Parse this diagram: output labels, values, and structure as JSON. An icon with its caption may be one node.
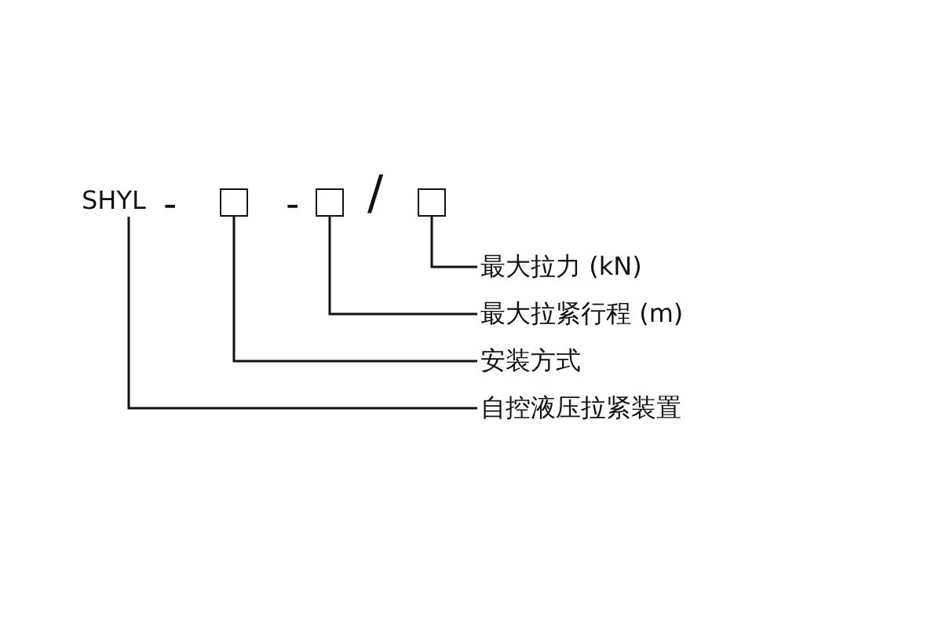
{
  "diagram": {
    "nodes": [
      {
        "text": [
          "SHYL"
        ]
      },
      {
        "text": [],
        "shape": "box"
      },
      {
        "text": [],
        "shape": "box"
      },
      {
        "text": [],
        "shape": "box"
      },
      {
        "text": [
          "最大拉力 (kN)"
        ]
      },
      {
        "text": [
          "最大拉紧行程 (m)"
        ]
      },
      {
        "text": [
          "安装方式"
        ]
      },
      {
        "text": [
          "自控液压拉紧装置"
        ]
      }
    ],
    "edges": [
      {
        "from": 3,
        "to": 4,
        "arrow": "none"
      },
      {
        "from": 2,
        "to": 5,
        "arrow": "none"
      },
      {
        "from": 1,
        "to": 6,
        "arrow": "none"
      },
      {
        "from": 0,
        "to": 7,
        "arrow": "none"
      }
    ],
    "labels": [
      "-",
      "-",
      "/"
    ]
  }
}
